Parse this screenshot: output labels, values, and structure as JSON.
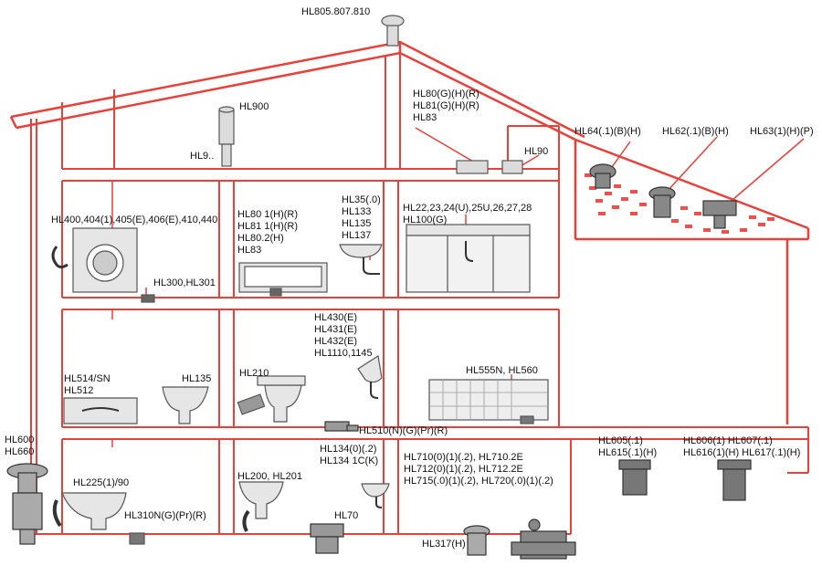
{
  "colors": {
    "structure": "#e8403a",
    "fixture": "#555555",
    "fixture_fill": "#dcdcdc"
  },
  "labels": {
    "roof_vent": "HL805.807.810",
    "attic_vent": "HL900",
    "attic_valve": "HL9..",
    "attic_trap": [
      "HL80(G)(H)(R)",
      "HL81(G)(H)(R)",
      "HL83"
    ],
    "attic_hl90": "HL90",
    "roof_drain_1": "HL64(.1)(B)(H)",
    "roof_drain_2": "HL62(.1)(B)(H)",
    "roof_drain_3": "HL63(1)(H)(P)",
    "washer_trap": "HL400,404(1),405(E),406(E),410,440",
    "washer_floor": "HL300,HL301",
    "shower_trap": [
      "HL80 1(H)(R)",
      "HL81 1(H)(R)",
      "HL80.2(H)",
      "HL83"
    ],
    "basin_trap": [
      "HL35(.0)",
      "HL133",
      "HL135",
      "HL137"
    ],
    "kitchen_trap": [
      "HL22,23,24(U),25U,26,27,28",
      "HL100(G)"
    ],
    "bath_trap": [
      "HL514/SN",
      "HL512"
    ],
    "bidet_trap": "HL135",
    "wc_connector": "HL210",
    "basin_trap_2": [
      "HL430(E)",
      "HL431(E)",
      "HL432(E)",
      "HL1110,1145"
    ],
    "bathtub_trap": "HL555N, HL560",
    "floor_drain_mid": "HL510(N)(G)(Pr)(R)",
    "cellar_outlet": [
      "HL600",
      "HL660"
    ],
    "wc_pan_conn": "HL225(1)/90",
    "cellar_floor": "HL310N(G)(Pr)(R)",
    "wc_pan": "HL200, HL201",
    "cellar_basin": [
      "HL134(0)(.2)",
      "HL134 1C(K)"
    ],
    "cellar_floor_2": "HL70",
    "backwater_valves": [
      "HL710(0)(1)(.2), HL710.2E",
      "HL712(0)(1)(.2), HL712.2E",
      "HL715(.0)(1)(.2), HL720(.0)(1)(.2)"
    ],
    "cellar_drain": "HL317(H)",
    "ext_drain_1": [
      "HL605(.1)",
      "HL615(.1)(H)"
    ],
    "ext_drain_2": [
      "HL606(1) HL607(.1)",
      "HL616(1)(H) HL617(.1)(H)"
    ]
  }
}
